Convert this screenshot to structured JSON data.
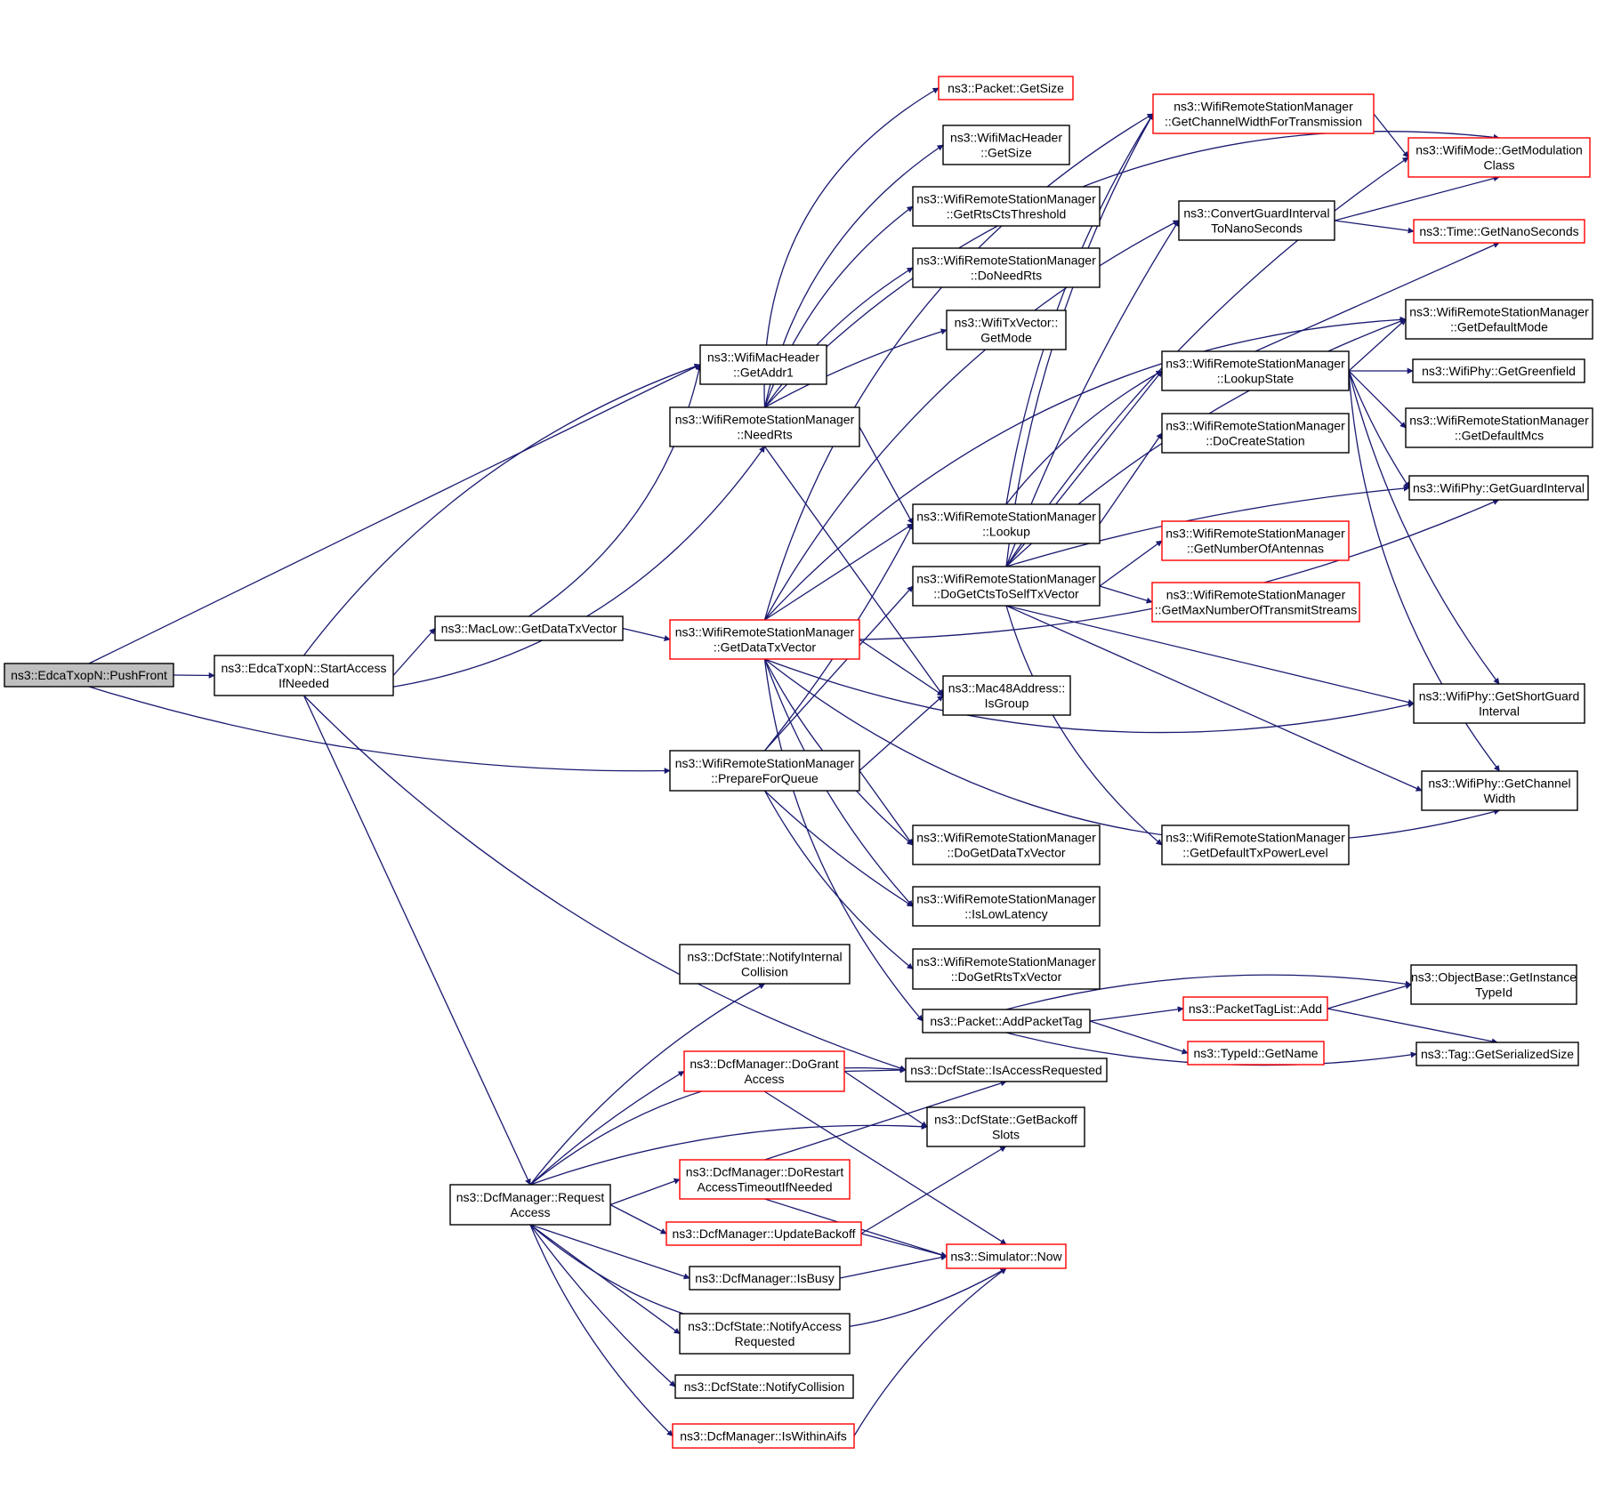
{
  "colors": {
    "edge": "#191970",
    "node_border": "#000000",
    "incomplete_border": "#ff0000",
    "root_fill": "#bfbfbf"
  },
  "nodes": [
    {
      "id": "pushfront",
      "lines": [
        "ns3::EdcaTxopN::PushFront"
      ],
      "style": "root"
    },
    {
      "id": "startaccess",
      "lines": [
        "ns3::EdcaTxopN::StartAccess",
        "IfNeeded"
      ],
      "style": "normal"
    },
    {
      "id": "getaddr1",
      "lines": [
        "ns3::WifiMacHeader",
        "::GetAddr1"
      ],
      "style": "normal"
    },
    {
      "id": "needrts",
      "lines": [
        "ns3::WifiRemoteStationManager",
        "::NeedRts"
      ],
      "style": "normal"
    },
    {
      "id": "getdatatxvector_low",
      "lines": [
        "ns3::MacLow::GetDataTxVector"
      ],
      "style": "normal"
    },
    {
      "id": "getdatatxvector_rsm",
      "lines": [
        "ns3::WifiRemoteStationManager",
        "::GetDataTxVector"
      ],
      "style": "red"
    },
    {
      "id": "prepareforqueue",
      "lines": [
        "ns3::WifiRemoteStationManager",
        "::PrepareForQueue"
      ],
      "style": "normal"
    },
    {
      "id": "requestaccess",
      "lines": [
        "ns3::DcfManager::Request",
        "Access"
      ],
      "style": "normal"
    },
    {
      "id": "packet_getsize",
      "lines": [
        "ns3::Packet::GetSize"
      ],
      "style": "red"
    },
    {
      "id": "header_getsize",
      "lines": [
        "ns3::WifiMacHeader",
        "::GetSize"
      ],
      "style": "normal"
    },
    {
      "id": "getrtsctsthreshold",
      "lines": [
        "ns3::WifiRemoteStationManager",
        "::GetRtsCtsThreshold"
      ],
      "style": "normal"
    },
    {
      "id": "doneedrts",
      "lines": [
        "ns3::WifiRemoteStationManager",
        "::DoNeedRts"
      ],
      "style": "normal"
    },
    {
      "id": "getmode",
      "lines": [
        "ns3::WifiTxVector::",
        "GetMode"
      ],
      "style": "normal"
    },
    {
      "id": "lookup",
      "lines": [
        "ns3::WifiRemoteStationManager",
        "::Lookup"
      ],
      "style": "normal"
    },
    {
      "id": "dogetctstoself",
      "lines": [
        "ns3::WifiRemoteStationManager",
        "::DoGetCtsToSelfTxVector"
      ],
      "style": "normal"
    },
    {
      "id": "isgroup",
      "lines": [
        "ns3::Mac48Address::",
        "IsGroup"
      ],
      "style": "normal"
    },
    {
      "id": "dogetdatatxvector",
      "lines": [
        "ns3::WifiRemoteStationManager",
        "::DoGetDataTxVector"
      ],
      "style": "normal"
    },
    {
      "id": "islowlatency",
      "lines": [
        "ns3::WifiRemoteStationManager",
        "::IsLowLatency"
      ],
      "style": "normal"
    },
    {
      "id": "dogetrtstxvector",
      "lines": [
        "ns3::WifiRemoteStationManager",
        "::DoGetRtsTxVector"
      ],
      "style": "normal"
    },
    {
      "id": "addpackettag",
      "lines": [
        "ns3::Packet::AddPacketTag"
      ],
      "style": "normal"
    },
    {
      "id": "notifyinternalcollision",
      "lines": [
        "ns3::DcfState::NotifyInternal",
        "Collision"
      ],
      "style": "normal"
    },
    {
      "id": "dograntaccess",
      "lines": [
        "ns3::DcfManager::DoGrant",
        "Access"
      ],
      "style": "red"
    },
    {
      "id": "dorestart",
      "lines": [
        "ns3::DcfManager::DoRestart",
        "AccessTimeoutIfNeeded"
      ],
      "style": "red"
    },
    {
      "id": "updatebackoff",
      "lines": [
        "ns3::DcfManager::UpdateBackoff"
      ],
      "style": "red"
    },
    {
      "id": "isbusy",
      "lines": [
        "ns3::DcfManager::IsBusy"
      ],
      "style": "normal"
    },
    {
      "id": "notifyaccessrequested",
      "lines": [
        "ns3::DcfState::NotifyAccess",
        "Requested"
      ],
      "style": "normal"
    },
    {
      "id": "notifycollision",
      "lines": [
        "ns3::DcfState::NotifyCollision"
      ],
      "style": "normal"
    },
    {
      "id": "iswithinaifs",
      "lines": [
        "ns3::DcfManager::IsWithinAifs"
      ],
      "style": "red"
    },
    {
      "id": "isaccessrequested",
      "lines": [
        "ns3::DcfState::IsAccessRequested"
      ],
      "style": "normal"
    },
    {
      "id": "getbackoffslots",
      "lines": [
        "ns3::DcfState::GetBackoff",
        "Slots"
      ],
      "style": "normal"
    },
    {
      "id": "simnow",
      "lines": [
        "ns3::Simulator::Now"
      ],
      "style": "red"
    },
    {
      "id": "getchannelwidthfortx",
      "lines": [
        "ns3::WifiRemoteStationManager",
        "::GetChannelWidthForTransmission"
      ],
      "style": "red"
    },
    {
      "id": "convertgi",
      "lines": [
        "ns3::ConvertGuardInterval",
        "ToNanoSeconds"
      ],
      "style": "normal"
    },
    {
      "id": "lookupstate",
      "lines": [
        "ns3::WifiRemoteStationManager",
        "::LookupState"
      ],
      "style": "normal"
    },
    {
      "id": "docreatestation",
      "lines": [
        "ns3::WifiRemoteStationManager",
        "::DoCreateStation"
      ],
      "style": "normal"
    },
    {
      "id": "getnumberofantennas",
      "lines": [
        "ns3::WifiRemoteStationManager",
        "::GetNumberOfAntennas"
      ],
      "style": "red"
    },
    {
      "id": "getmaxnumberofstreams",
      "lines": [
        "ns3::WifiRemoteStationManager",
        "::GetMaxNumberOfTransmitStreams"
      ],
      "style": "red"
    },
    {
      "id": "getdefaulttxpowerlevel",
      "lines": [
        "ns3::WifiRemoteStationManager",
        "::GetDefaultTxPowerLevel"
      ],
      "style": "normal"
    },
    {
      "id": "packettaglist_add",
      "lines": [
        "ns3::PacketTagList::Add"
      ],
      "style": "red"
    },
    {
      "id": "typeid_getname",
      "lines": [
        "ns3::TypeId::GetName"
      ],
      "style": "red"
    },
    {
      "id": "getmodulationclass",
      "lines": [
        "ns3::WifiMode::GetModulation",
        "Class"
      ],
      "style": "red"
    },
    {
      "id": "getnanoseconds",
      "lines": [
        "ns3::Time::GetNanoSeconds"
      ],
      "style": "red"
    },
    {
      "id": "getdefaultmode",
      "lines": [
        "ns3::WifiRemoteStationManager",
        "::GetDefaultMode"
      ],
      "style": "normal"
    },
    {
      "id": "getgreenfield",
      "lines": [
        "ns3::WifiPhy::GetGreenfield"
      ],
      "style": "normal"
    },
    {
      "id": "getdefaultmcs",
      "lines": [
        "ns3::WifiRemoteStationManager",
        "::GetDefaultMcs"
      ],
      "style": "normal"
    },
    {
      "id": "getguardinterval",
      "lines": [
        "ns3::WifiPhy::GetGuardInterval"
      ],
      "style": "normal"
    },
    {
      "id": "getshortguardinterval",
      "lines": [
        "ns3::WifiPhy::GetShortGuard",
        "Interval"
      ],
      "style": "normal"
    },
    {
      "id": "getchannelwidth",
      "lines": [
        "ns3::WifiPhy::GetChannel",
        "Width"
      ],
      "style": "normal"
    },
    {
      "id": "getinstancetypeid",
      "lines": [
        "ns3::ObjectBase::GetInstance",
        "TypeId"
      ],
      "style": "normal"
    },
    {
      "id": "getserializedsize",
      "lines": [
        "ns3::Tag::GetSerializedSize"
      ],
      "style": "normal"
    }
  ]
}
